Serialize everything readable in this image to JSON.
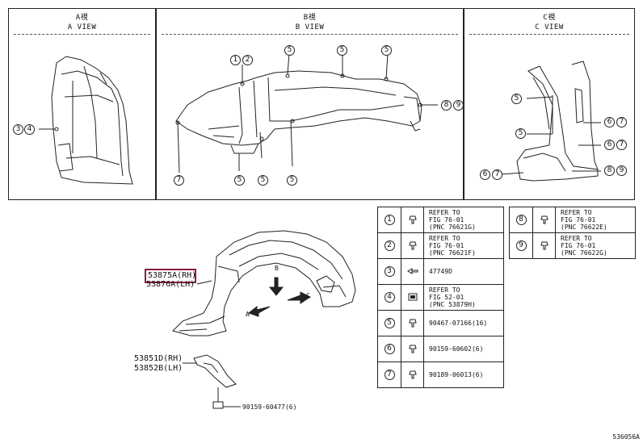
{
  "views": [
    {
      "title_jp": "A視",
      "title_en": "A VIEW"
    },
    {
      "title_jp": "B視",
      "title_en": "B VIEW"
    },
    {
      "title_jp": "C視",
      "title_en": "C VIEW"
    }
  ],
  "view_a_callouts": [
    "3",
    "4"
  ],
  "view_b_callouts": [
    "1",
    "2",
    "5",
    "5",
    "5",
    "8",
    "9",
    "7",
    "5",
    "5",
    "5"
  ],
  "view_c_callouts": [
    "5",
    "5",
    "6",
    "7",
    "6",
    "7",
    "6",
    "7",
    "8",
    "9"
  ],
  "main_part": {
    "label_rh": "53875A(RH)",
    "label_lh": "53876A(LH)",
    "bracket_rh": "53851D(RH)",
    "bracket_lh": "53852B(LH)",
    "bolt": "90159-60477(6)",
    "arrow_a": "A",
    "arrow_b": "B",
    "arrow_c": "C"
  },
  "parts_table": [
    {
      "num": "1",
      "icon": "clip-icon",
      "lines": [
        "REFER TO",
        "FIG 76-01",
        "(PNC 76621G)"
      ]
    },
    {
      "num": "2",
      "icon": "clip-icon",
      "lines": [
        "REFER TO",
        "FIG 76-01",
        "(PNC 76621F)"
      ]
    },
    {
      "num": "3",
      "icon": "screw-icon",
      "lines": [
        "47749D"
      ]
    },
    {
      "num": "4",
      "icon": "nut-icon",
      "lines": [
        "REFER TO",
        "FIG 52-01",
        "(PNC 53879H)"
      ]
    },
    {
      "num": "5",
      "icon": "clip-icon",
      "lines": [
        "90467-07166(16)"
      ]
    },
    {
      "num": "6",
      "icon": "clip-icon",
      "lines": [
        "90159-60602(6)"
      ]
    },
    {
      "num": "7",
      "icon": "clip-icon",
      "lines": [
        "90189-06013(6)"
      ]
    }
  ],
  "parts_table_right": [
    {
      "num": "8",
      "icon": "clip-icon",
      "lines": [
        "REFER TO",
        "FIG 76-01",
        "(PNC 76622E)"
      ]
    },
    {
      "num": "9",
      "icon": "clip-icon",
      "lines": [
        "REFER TO",
        "FIG 76-01",
        "(PNC 76622G)"
      ]
    }
  ],
  "figure_code": "536056A"
}
